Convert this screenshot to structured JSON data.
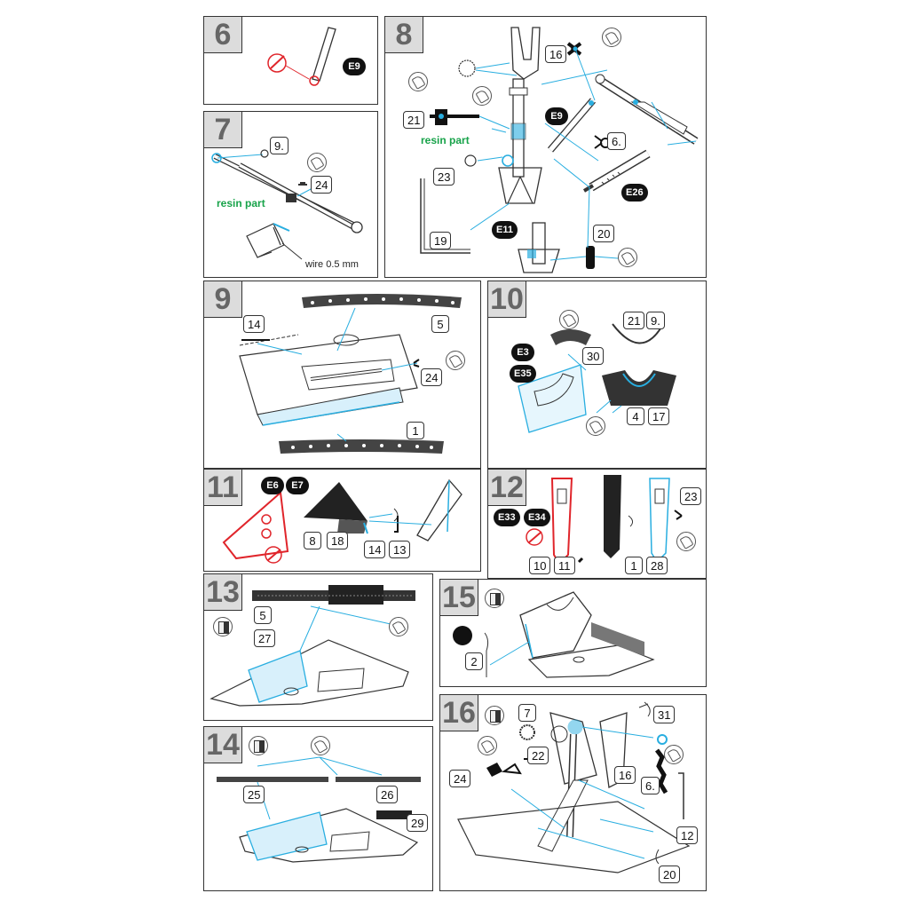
{
  "steps": {
    "s6": {
      "number": "6"
    },
    "s7": {
      "number": "7"
    },
    "s8": {
      "number": "8"
    },
    "s9": {
      "number": "9"
    },
    "s10": {
      "number": "10"
    },
    "s11": {
      "number": "11"
    },
    "s12": {
      "number": "12"
    },
    "s13": {
      "number": "13"
    },
    "s14": {
      "number": "14"
    },
    "s15": {
      "number": "15"
    },
    "s16": {
      "number": "16"
    }
  },
  "labels": {
    "p6": {
      "e9": "E9"
    },
    "p7": {
      "p9": "9.",
      "p24": "24",
      "resin": "resin part",
      "wire": "wire   0.5 mm"
    },
    "p8": {
      "p16": "16",
      "p21": "21",
      "resin": "resin part",
      "e9": "E9",
      "p6": "6.",
      "p23": "23",
      "e26": "E26",
      "e11": "E11",
      "p20": "20",
      "p19": "19"
    },
    "p9": {
      "p14": "14",
      "p5": "5",
      "p24": "24",
      "p1": "1"
    },
    "p10": {
      "p21": "21",
      "p9": "9.",
      "e3": "E3",
      "e35": "E35",
      "p30": "30",
      "p4": "4",
      "p17": "17"
    },
    "p11": {
      "e6": "E6",
      "e7": "E7",
      "p8": "8",
      "p18": "18",
      "p14": "14",
      "p13": "13"
    },
    "p12": {
      "e33": "E33",
      "e34": "E34",
      "p23": "23",
      "p10": "10",
      "p11": "11",
      "p1": "1",
      "p28": "28"
    },
    "p13": {
      "p5": "5",
      "p27": "27"
    },
    "p15": {
      "p2": "2"
    },
    "p14": {
      "p25": "25",
      "p26": "26",
      "p29": "29"
    },
    "p16": {
      "p7": "7",
      "p31": "31",
      "p22": "22",
      "p16": "16",
      "p6": "6.",
      "p24": "24",
      "p12": "12",
      "p20": "20"
    }
  },
  "colors": {
    "accent": "#29aee0",
    "red": "#e0252b",
    "green": "#18a34a"
  }
}
